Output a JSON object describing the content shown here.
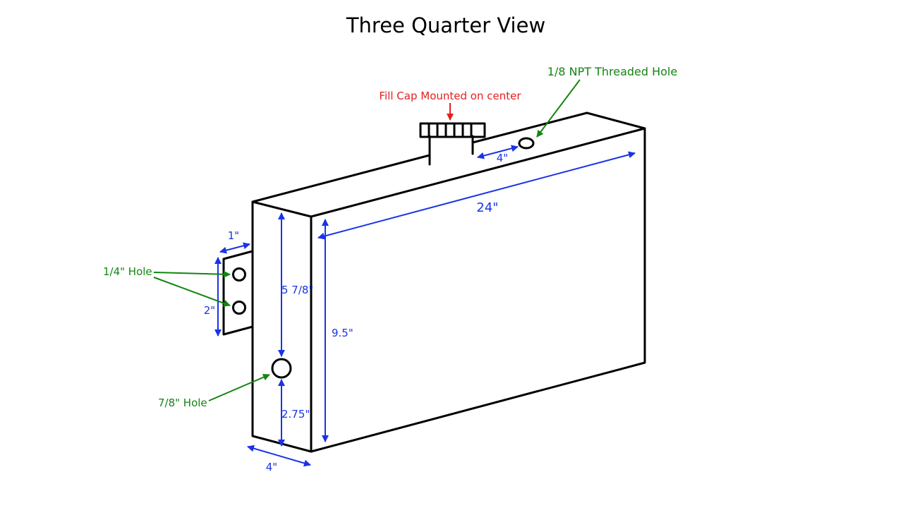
{
  "title": "Three Quarter View",
  "colors": {
    "outline": "#000000",
    "dimension": "#1a33e6",
    "callout": "#138513",
    "fill_cap_note": "#e61e1e"
  },
  "dimensions": {
    "length": "24\"",
    "height": "9.5\"",
    "depth": "4\"",
    "vent_offset": "4\"",
    "big_hole_from_top": "5 7/8\"",
    "big_hole_from_bottom": "2.75\"",
    "tab_width": "1\"",
    "tab_height": "2\""
  },
  "callouts": {
    "fill_cap": "Fill Cap Mounted on center",
    "npt_hole": "1/8 NPT Threaded Hole",
    "quarter_hole": "1/4\" Hole",
    "seven_eighths_hole": "7/8\" Hole"
  }
}
